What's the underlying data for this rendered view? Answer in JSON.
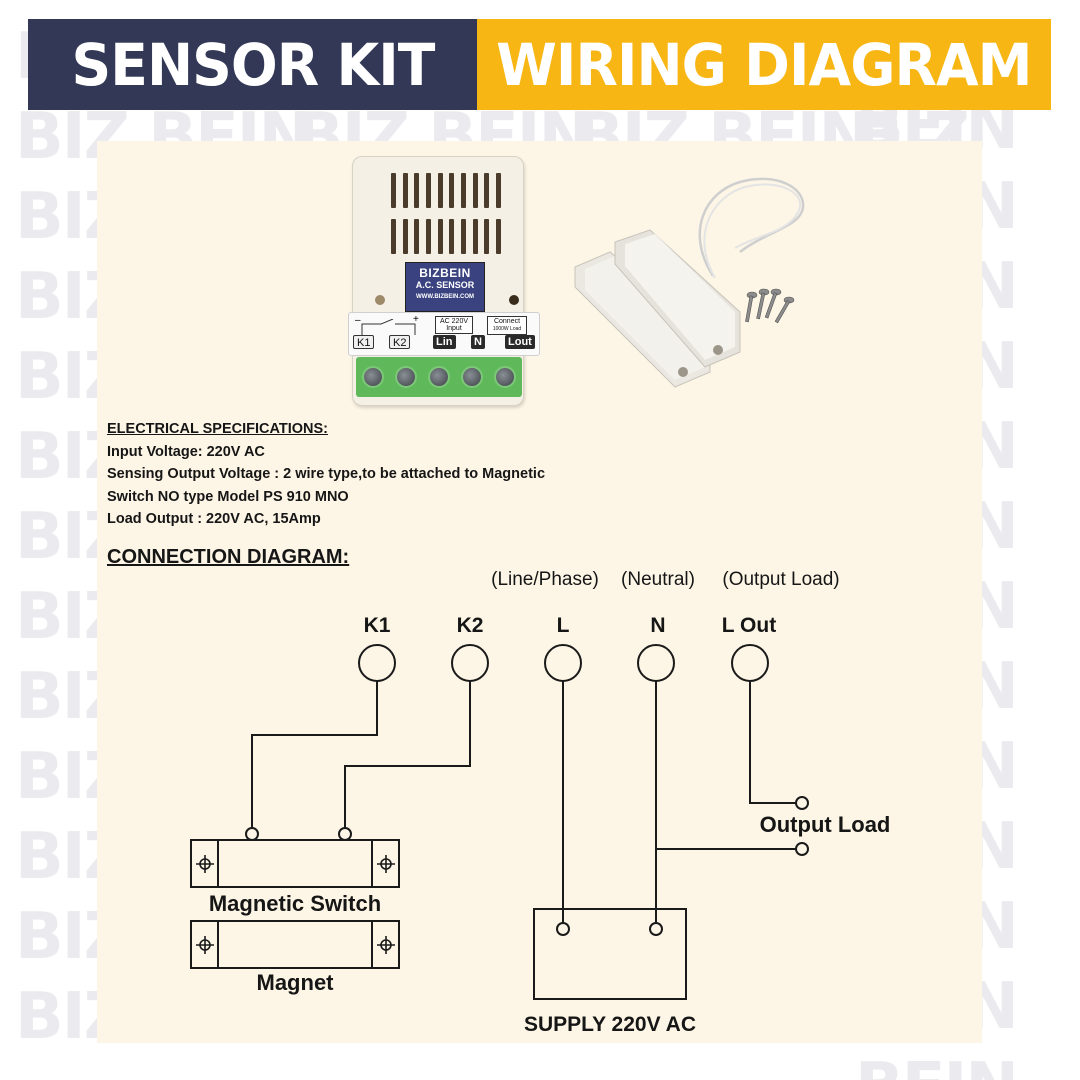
{
  "watermark": {
    "text_left": "BIZ",
    "text_right": "BEIN"
  },
  "banner": {
    "left_title": "SENSOR KIT",
    "right_title": "WIRING DIAGRAM",
    "left_color": "#323856",
    "right_color": "#f7b614"
  },
  "product": {
    "label_brand": "BIZBEIN",
    "label_product": "A.C. SENSOR",
    "label_url": "WWW.BIZBEIN.COM",
    "switch_minus": "–",
    "switch_plus": "+",
    "terminals": [
      "K1",
      "K2",
      "Lin",
      "N",
      "Lout"
    ],
    "note_input": "AC 220V Input",
    "note_connect": "Connect",
    "note_load": "1000W Load",
    "magnetic_switch_photo": "magnetic-reed-switch-with-screws"
  },
  "specs": {
    "heading": "ELECTRICAL SPECIFICATIONS:",
    "lines": [
      "Input Voltage:  220V AC",
      "Sensing Output Voltage :  2 wire type,to be attached to Magnetic",
      "Switch NO type Model PS 910 MNO",
      "Load Output : 220V AC, 15Amp"
    ]
  },
  "connection": {
    "title": "CONNECTION DIAGRAM:",
    "descriptors": [
      "(Line/Phase)",
      "(Neutral)",
      "(Output Load)"
    ],
    "terminals": [
      "K1",
      "K2",
      "L",
      "N",
      "L Out"
    ],
    "magnetic_switch_label": "Magnetic Switch",
    "magnet_label": "Magnet",
    "output_load_label": "Output Load",
    "supply_label": "SUPPLY 220V AC"
  }
}
